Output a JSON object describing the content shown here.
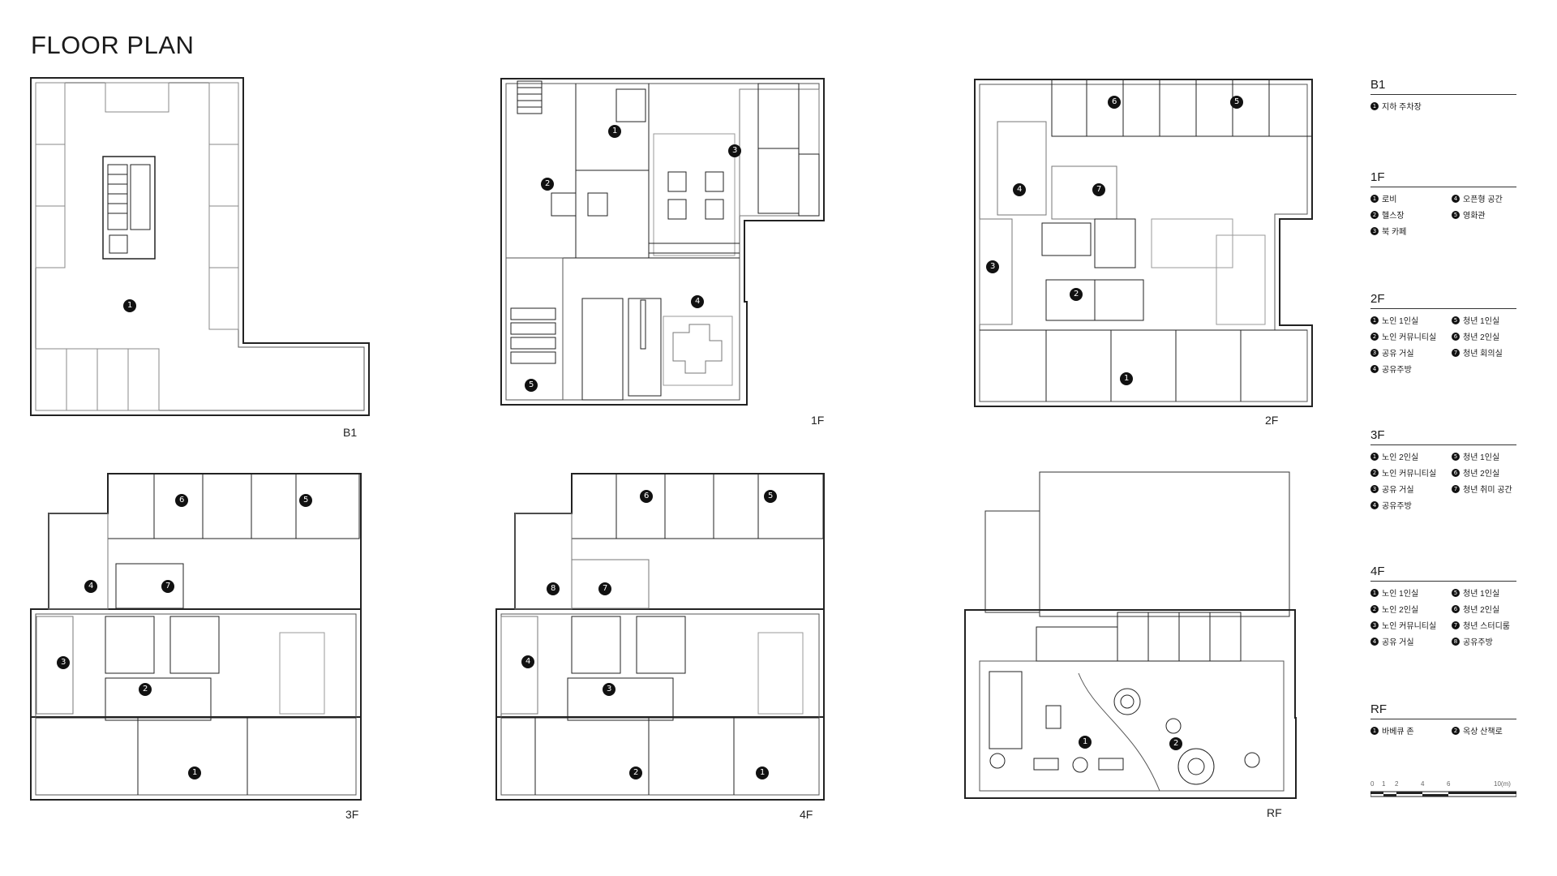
{
  "title": "FLOOR PLAN",
  "floors": {
    "b1": {
      "label": "B1",
      "markers": [
        "1"
      ]
    },
    "f1": {
      "label": "1F",
      "markers": [
        "1",
        "2",
        "3",
        "4",
        "5"
      ]
    },
    "f2": {
      "label": "2F",
      "markers": [
        "1",
        "2",
        "3",
        "4",
        "5",
        "6",
        "7"
      ]
    },
    "f3": {
      "label": "3F",
      "markers": [
        "1",
        "2",
        "3",
        "4",
        "5",
        "6",
        "7"
      ]
    },
    "f4": {
      "label": "4F",
      "markers": [
        "1",
        "2",
        "3",
        "4",
        "5",
        "6",
        "7",
        "8"
      ]
    },
    "rf": {
      "label": "RF",
      "markers": [
        "1",
        "2"
      ]
    }
  },
  "legend": [
    {
      "floor": "B1",
      "items": [
        {
          "n": "1",
          "text": "지하 주차장"
        }
      ]
    },
    {
      "floor": "1F",
      "items": [
        {
          "n": "1",
          "text": "로비"
        },
        {
          "n": "4",
          "text": "오픈형 공간"
        },
        {
          "n": "2",
          "text": "헬스장"
        },
        {
          "n": "5",
          "text": "영화관"
        },
        {
          "n": "3",
          "text": "북 카페"
        }
      ]
    },
    {
      "floor": "2F",
      "items": [
        {
          "n": "1",
          "text": "노인 1인실"
        },
        {
          "n": "5",
          "text": "청년 1인실"
        },
        {
          "n": "2",
          "text": "노인 커뮤니티실"
        },
        {
          "n": "6",
          "text": "청년 2인실"
        },
        {
          "n": "3",
          "text": "공유 거실"
        },
        {
          "n": "7",
          "text": "청년 회의실"
        },
        {
          "n": "4",
          "text": "공유주방"
        }
      ]
    },
    {
      "floor": "3F",
      "items": [
        {
          "n": "1",
          "text": "노인 2인실"
        },
        {
          "n": "5",
          "text": "청년 1인실"
        },
        {
          "n": "2",
          "text": "노인 커뮤니티실"
        },
        {
          "n": "6",
          "text": "청년 2인실"
        },
        {
          "n": "3",
          "text": "공유 거실"
        },
        {
          "n": "7",
          "text": "청년 취미 공간"
        },
        {
          "n": "4",
          "text": "공유주방"
        }
      ]
    },
    {
      "floor": "4F",
      "items": [
        {
          "n": "1",
          "text": "노인 1인실"
        },
        {
          "n": "5",
          "text": "청년 1인실"
        },
        {
          "n": "2",
          "text": "노인 2인실"
        },
        {
          "n": "6",
          "text": "청년 2인실"
        },
        {
          "n": "3",
          "text": "노인 커뮤니티실"
        },
        {
          "n": "7",
          "text": "청년 스터디룸"
        },
        {
          "n": "4",
          "text": "공유 거실"
        },
        {
          "n": "8",
          "text": "공유주방"
        }
      ]
    },
    {
      "floor": "RF",
      "items": [
        {
          "n": "1",
          "text": "바베큐 존"
        },
        {
          "n": "2",
          "text": "옥상 산책로"
        }
      ]
    }
  ],
  "scale": {
    "ticks": [
      "0",
      "1",
      "2",
      "4",
      "6",
      "10(m)"
    ]
  }
}
